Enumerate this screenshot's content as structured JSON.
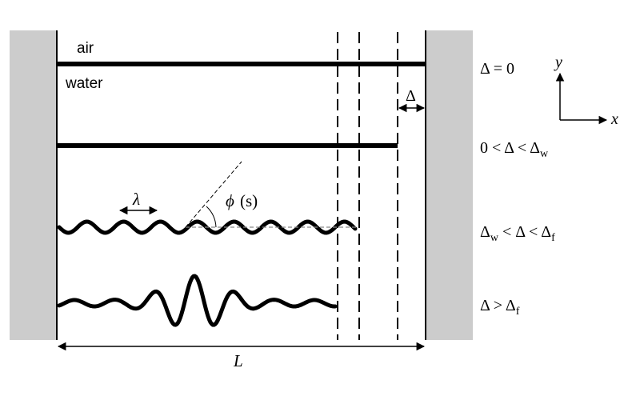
{
  "labels": {
    "air": "air",
    "water": "water",
    "delta": "Δ",
    "lambda": "λ",
    "phi": "ϕ",
    "phi_arg": "(s)",
    "length": "L",
    "axis_x": "x",
    "axis_y": "y"
  },
  "conditions": [
    {
      "lhs": "Δ = 0",
      "parts": []
    },
    {
      "parts": [
        {
          "t": "0 < Δ < Δ"
        },
        {
          "sub": "w"
        }
      ]
    },
    {
      "parts": [
        {
          "t": "Δ"
        },
        {
          "sub": "w"
        },
        {
          "t": " < Δ < Δ"
        },
        {
          "sub": "f"
        }
      ]
    },
    {
      "parts": [
        {
          "t": "Δ > Δ"
        },
        {
          "sub": "f"
        }
      ]
    }
  ],
  "colors": {
    "wall": "#cccccc",
    "ink": "#000000",
    "dashed_helper": "#888888"
  }
}
